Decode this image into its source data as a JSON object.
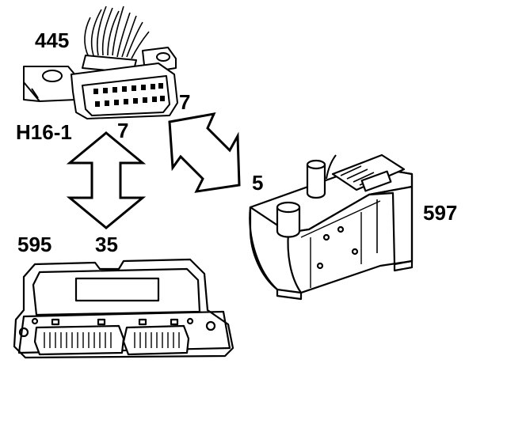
{
  "components": {
    "diagnostic_connector": {
      "id": "445",
      "ref": "H16-1"
    },
    "control_module": {
      "id": "595"
    },
    "heater_unit": {
      "id": "597"
    }
  },
  "connections": [
    {
      "from": "H16-1",
      "from_pin": "7",
      "to": "595",
      "to_pin": "35"
    },
    {
      "from": "H16-1",
      "from_pin": "7",
      "to": "597",
      "to_pin": "5"
    }
  ],
  "colors": {
    "line": "#000000",
    "background": "#ffffff"
  }
}
